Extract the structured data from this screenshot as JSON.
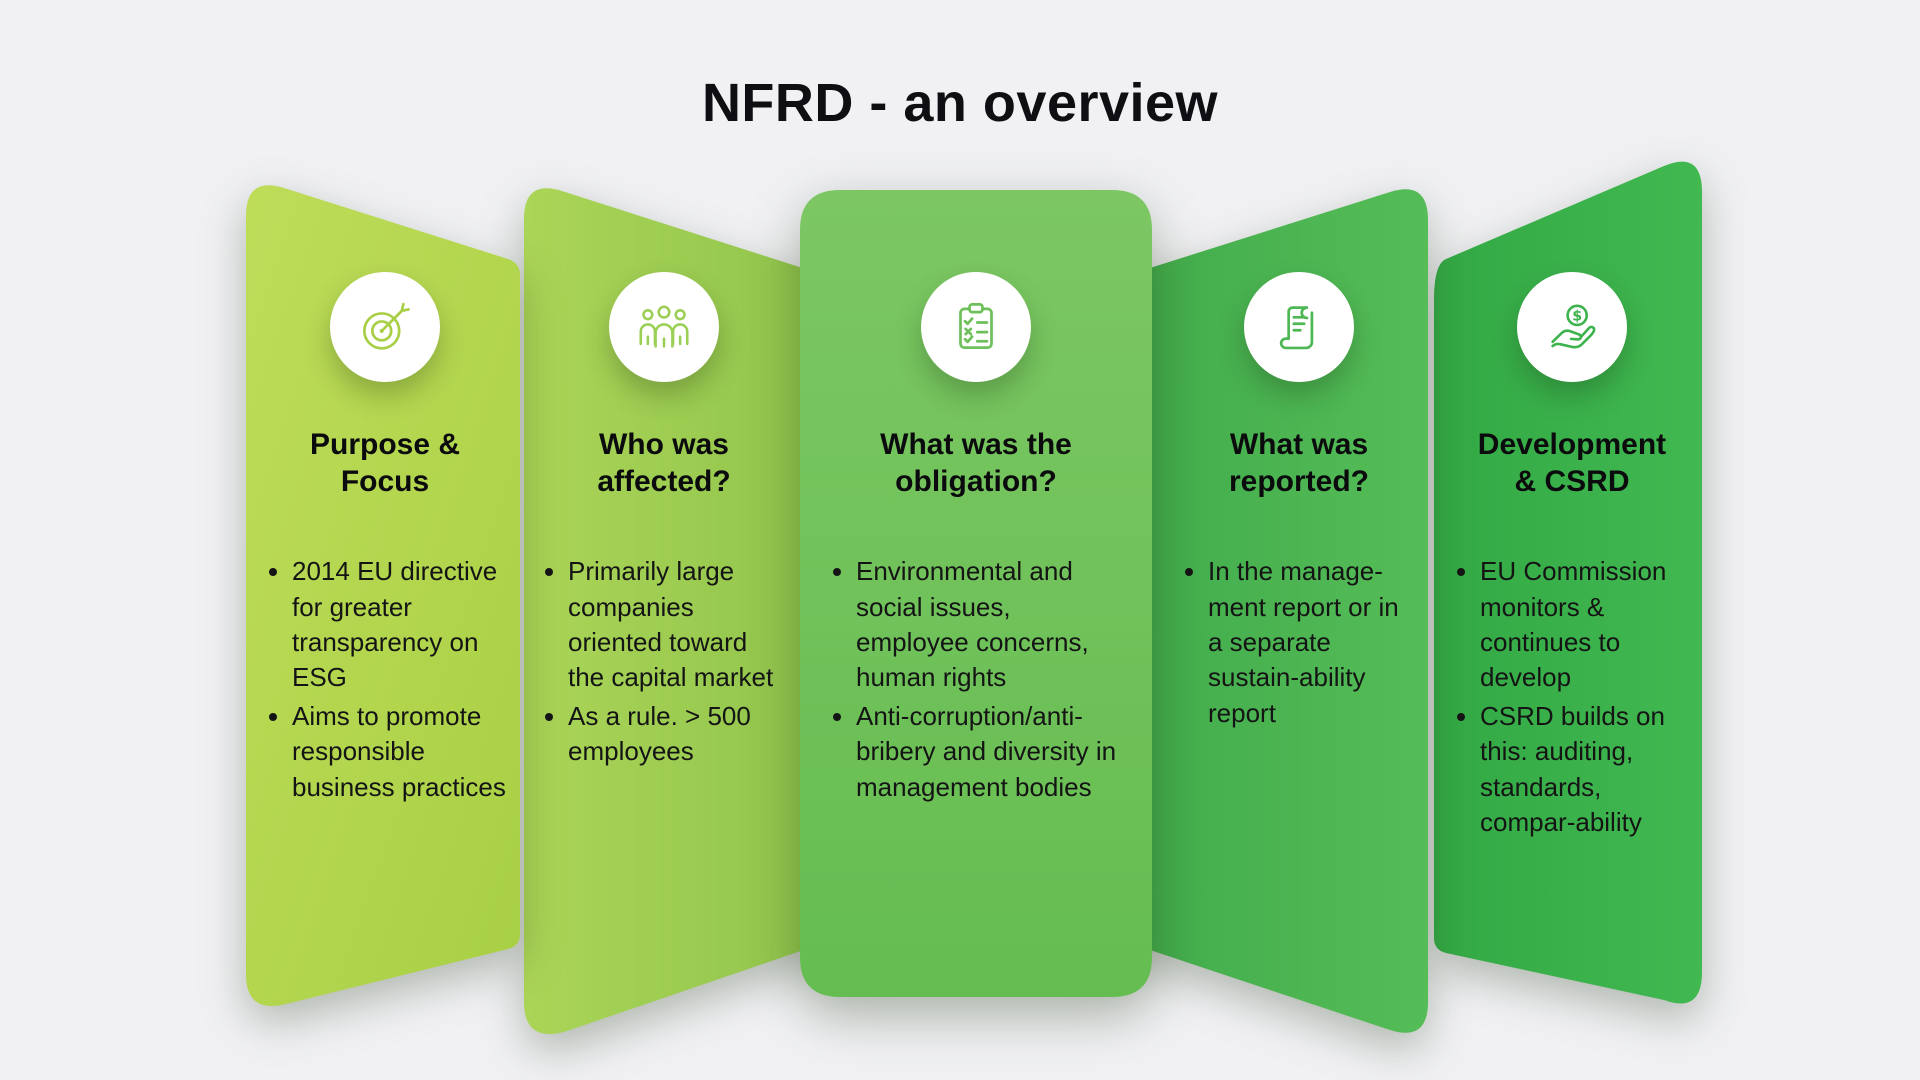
{
  "title": "NFRD - an overview",
  "background_color": "#f1f1f4",
  "text_color": "#141414",
  "panels": [
    {
      "heading": "Purpose & Focus",
      "icon": "target-icon",
      "color": "#a9cf46",
      "bullets": [
        "2014 EU directive for greater transparency on ESG",
        "Aims to promote responsible business practices"
      ]
    },
    {
      "heading": "Who was affected?",
      "icon": "people-icon",
      "color": "#9ccf55",
      "bullets": [
        "Primarily large companies oriented toward the capital market",
        "As a rule. > 500 employees"
      ]
    },
    {
      "heading": "What was the obligation?",
      "icon": "checklist-icon",
      "color": "#6fc05a",
      "bullets": [
        "Environmental and social issues, employee concerns, human rights",
        "Anti-corruption/anti-bribery and diversity in management bodies"
      ]
    },
    {
      "heading": "What was reported?",
      "icon": "scroll-icon",
      "color": "#4db754",
      "bullets": [
        "In the manage-ment report or in a separate sustain-ability report"
      ]
    },
    {
      "heading": "Development & CSRD",
      "icon": "hand-coin-icon",
      "color": "#3cb34c",
      "bullets": [
        "EU Commission monitors & continues to develop",
        "CSRD builds on this: auditing, standards, compar-ability"
      ]
    }
  ]
}
